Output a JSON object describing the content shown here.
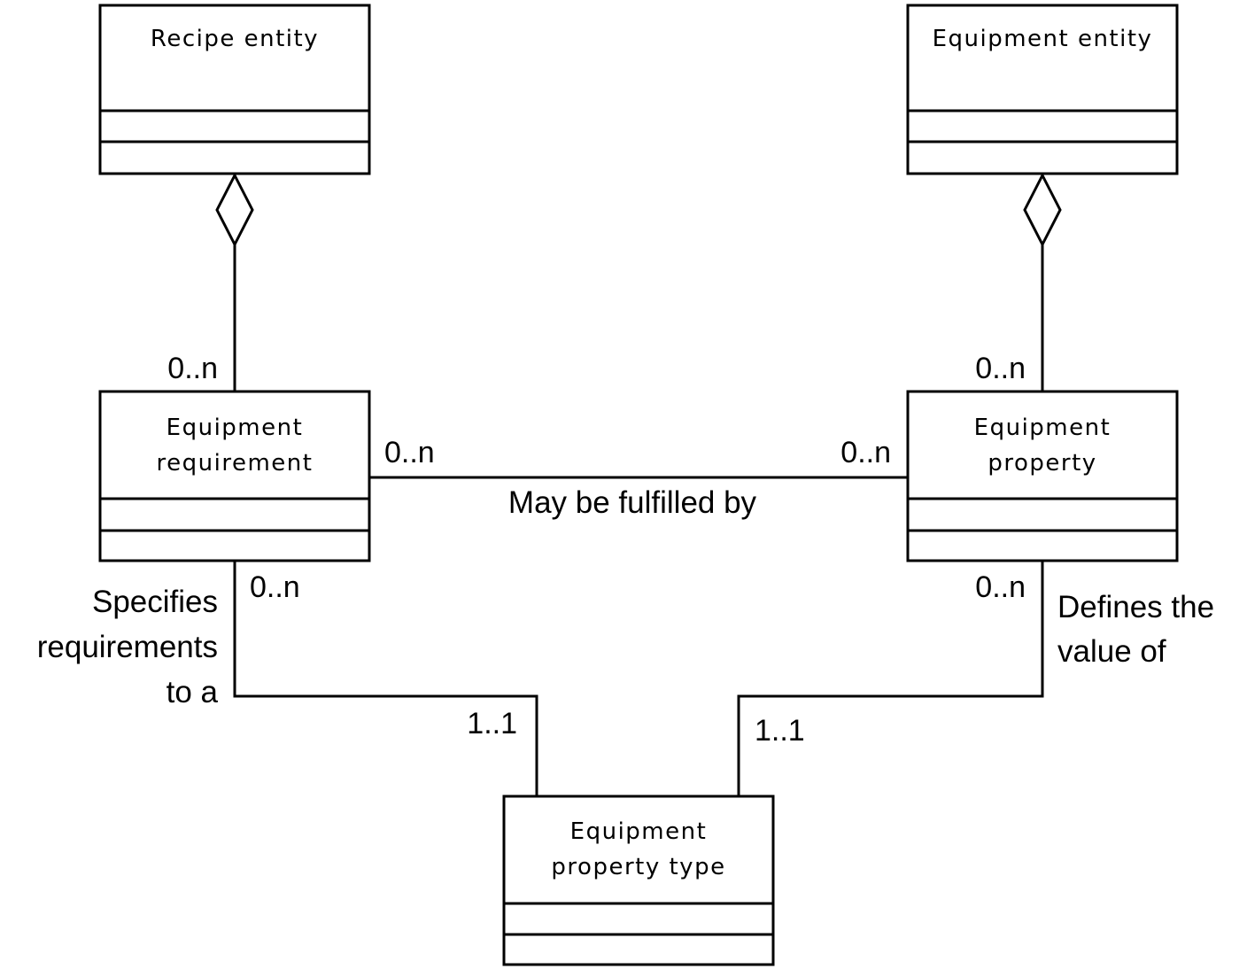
{
  "classes": {
    "recipe_entity": {
      "name_lines": [
        "Recipe entity"
      ]
    },
    "equipment_entity": {
      "name_lines": [
        "Equipment entity"
      ]
    },
    "equipment_requirement": {
      "name_lines": [
        "Equipment",
        "requirement"
      ]
    },
    "equipment_property": {
      "name_lines": [
        "Equipment",
        "property"
      ]
    },
    "equipment_property_type": {
      "name_lines": [
        "Equipment",
        "property type"
      ]
    }
  },
  "relations": {
    "recipe_aggregation": {
      "kind": "aggregation",
      "multiplicity_part": "0..n"
    },
    "equipment_aggregation": {
      "kind": "aggregation",
      "multiplicity_part": "0..n"
    },
    "fulfilled_by": {
      "label": "May be fulfilled by",
      "multiplicity_requirement_end": "0..n",
      "multiplicity_property_end": "0..n"
    },
    "specifies_requirements": {
      "label_lines": [
        "Specifies",
        "requirements",
        "to a"
      ],
      "multiplicity_requirement_end": "0..n",
      "multiplicity_type_end": "1..1"
    },
    "defines_value": {
      "label_lines": [
        "Defines the",
        "value of"
      ],
      "multiplicity_property_end": "0..n",
      "multiplicity_type_end": "1..1"
    }
  }
}
